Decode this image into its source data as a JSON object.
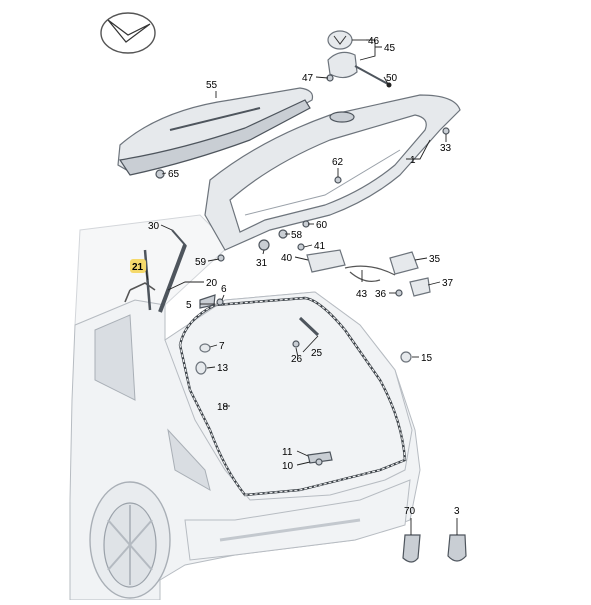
{
  "diagram": {
    "highlight_color": "#f5d96b",
    "callouts": [
      {
        "id": "c1",
        "label": "1"
      },
      {
        "id": "c3",
        "label": "3"
      },
      {
        "id": "c5",
        "label": "5"
      },
      {
        "id": "c6",
        "label": "6"
      },
      {
        "id": "c7",
        "label": "7"
      },
      {
        "id": "c10",
        "label": "10"
      },
      {
        "id": "c11",
        "label": "11"
      },
      {
        "id": "c13",
        "label": "13"
      },
      {
        "id": "c15",
        "label": "15"
      },
      {
        "id": "c18",
        "label": "18"
      },
      {
        "id": "c20",
        "label": "20"
      },
      {
        "id": "c21",
        "label": "21",
        "highlighted": true
      },
      {
        "id": "c25",
        "label": "25"
      },
      {
        "id": "c26",
        "label": "26"
      },
      {
        "id": "c30",
        "label": "30"
      },
      {
        "id": "c31",
        "label": "31"
      },
      {
        "id": "c33",
        "label": "33"
      },
      {
        "id": "c35",
        "label": "35"
      },
      {
        "id": "c36",
        "label": "36"
      },
      {
        "id": "c37",
        "label": "37"
      },
      {
        "id": "c40",
        "label": "40"
      },
      {
        "id": "c41",
        "label": "41"
      },
      {
        "id": "c43",
        "label": "43"
      },
      {
        "id": "c45",
        "label": "45"
      },
      {
        "id": "c46",
        "label": "46"
      },
      {
        "id": "c47",
        "label": "47"
      },
      {
        "id": "c50",
        "label": "50"
      },
      {
        "id": "c55",
        "label": "55"
      },
      {
        "id": "c58",
        "label": "58"
      },
      {
        "id": "c59",
        "label": "59"
      },
      {
        "id": "c60",
        "label": "60"
      },
      {
        "id": "c62",
        "label": "62"
      },
      {
        "id": "c65",
        "label": "65"
      },
      {
        "id": "c70",
        "label": "70"
      }
    ]
  }
}
